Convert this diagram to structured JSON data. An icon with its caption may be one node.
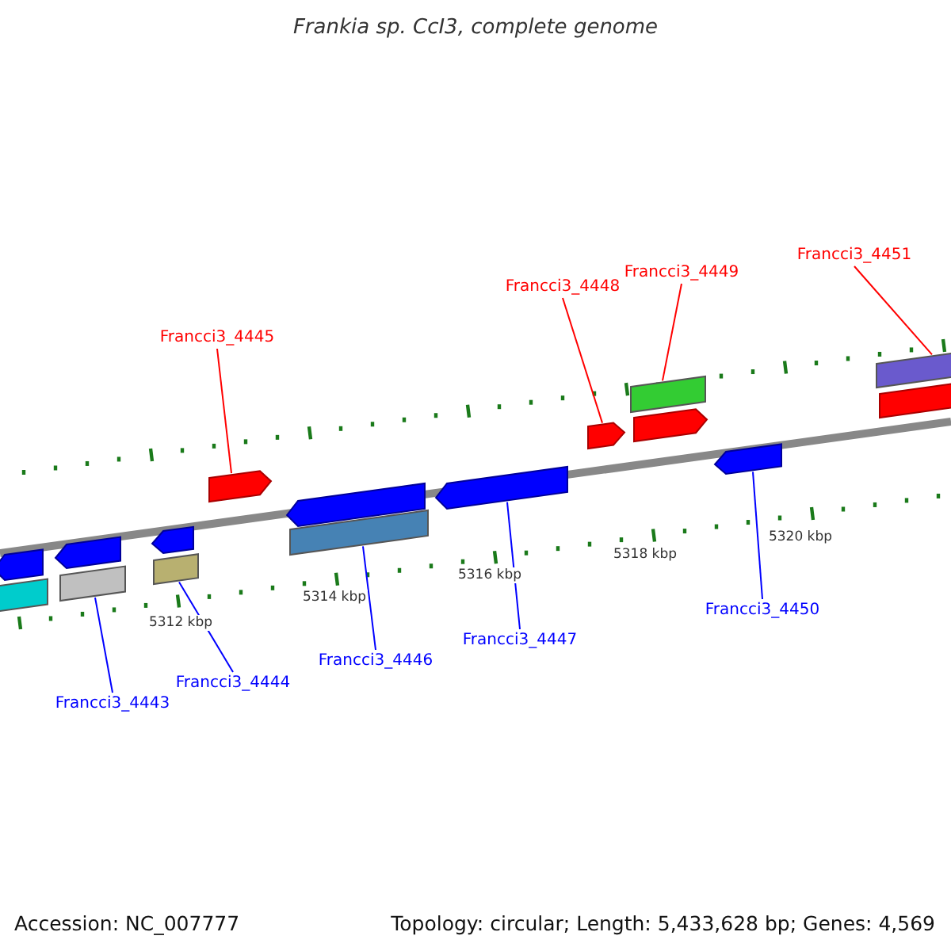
{
  "diagram": {
    "title": "Frankia sp. CcI3, complete genome",
    "nodes": [
      {
        "text": [
          "Francci3_4451"
        ]
      },
      {
        "text": [
          "Francci3_4449"
        ]
      },
      {
        "text": [
          "Francci3_4448"
        ]
      },
      {
        "text": [
          "Francci3_4445"
        ]
      },
      {
        "text": [
          "Francci3_4450"
        ]
      },
      {
        "text": [
          "Francci3_4447"
        ]
      },
      {
        "text": [
          "Francci3_4446"
        ]
      },
      {
        "text": [
          "Francci3_4444"
        ]
      },
      {
        "text": [
          "Francci3_4443"
        ]
      },
      {
        "text": [],
        "shape": "arrow"
      },
      {
        "text": [],
        "shape": "bar"
      },
      {
        "text": [],
        "shape": "arrow"
      },
      {
        "text": [],
        "shape": "bar"
      },
      {
        "text": [],
        "shape": "arrow"
      },
      {
        "text": [],
        "shape": "bar"
      },
      {
        "text": [],
        "shape": "arrow"
      },
      {
        "text": [],
        "shape": "arrow"
      },
      {
        "text": [],
        "shape": "bar"
      },
      {
        "text": [],
        "shape": "arrow"
      },
      {
        "text": [],
        "shape": "arrow"
      },
      {
        "text": [],
        "shape": "bar"
      },
      {
        "text": [],
        "shape": "arrow"
      },
      {
        "text": [],
        "shape": "arrow"
      },
      {
        "text": [],
        "shape": "bar"
      },
      {
        "text": [],
        "shape": "bar"
      }
    ],
    "edges": [
      {
        "from": 0,
        "to": 23,
        "arrow": "none",
        "color": "#ff0000"
      },
      {
        "from": 1,
        "to": 20,
        "arrow": "none",
        "color": "#ff0000"
      },
      {
        "from": 2,
        "to": 19,
        "arrow": "none",
        "color": "#ff0000"
      },
      {
        "from": 3,
        "to": 15,
        "arrow": "none",
        "color": "#ff0000"
      },
      {
        "from": 4,
        "to": 22,
        "arrow": "none"
      },
      {
        "from": 5,
        "to": 18,
        "arrow": "none"
      },
      {
        "from": 6,
        "to": 17,
        "arrow": "none"
      },
      {
        "from": 7,
        "to": 14,
        "arrow": "none"
      },
      {
        "from": 8,
        "to": 12,
        "arrow": "none"
      }
    ],
    "labels": [
      "5312 kbp",
      "5314 kbp",
      "5316 kbp",
      "5318 kbp",
      "5320 kbp",
      "Accession: NC_007777",
      "Topology: circular; Length: 5,433,628 bp; Genes: 4,569"
    ]
  }
}
